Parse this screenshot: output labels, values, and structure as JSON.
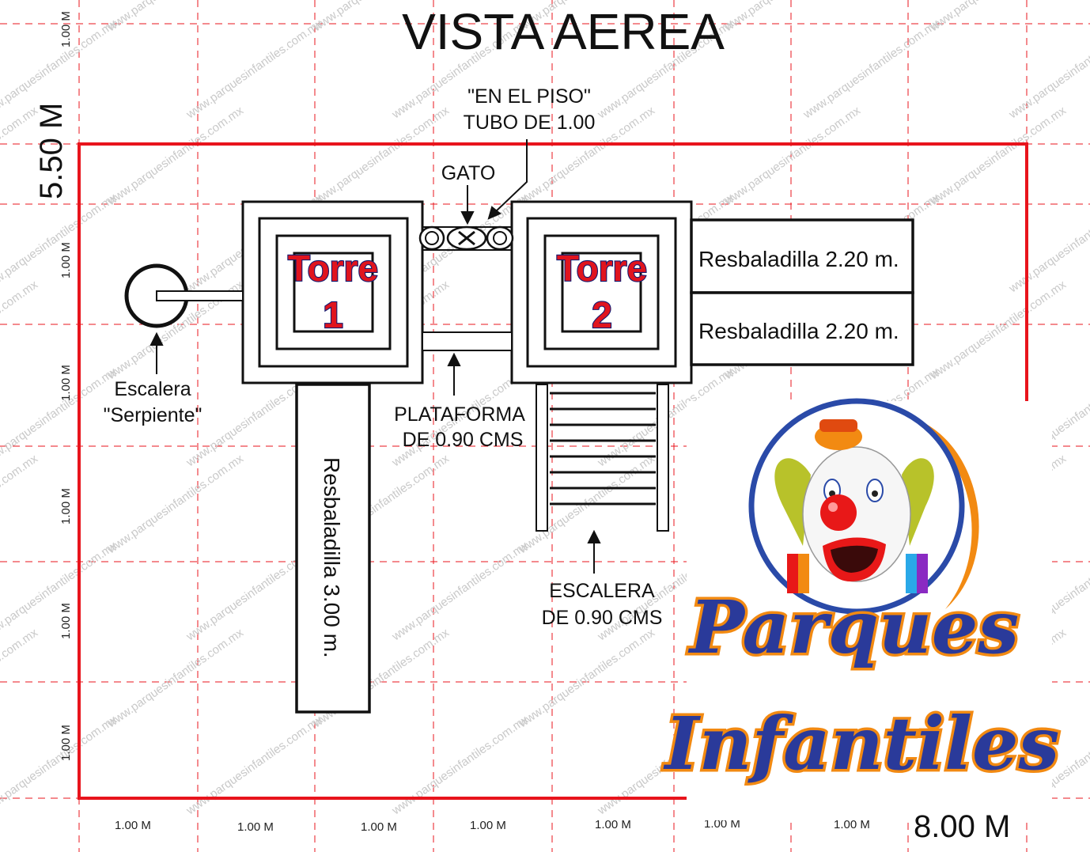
{
  "title": "VISTA AEREA",
  "dimensions": {
    "height_total": "5.50 M",
    "width_total": "8.00 M",
    "cell_label": "1.00 M"
  },
  "towers": [
    {
      "word": "Torre",
      "number": "1"
    },
    {
      "word": "Torre",
      "number": "2"
    }
  ],
  "annotations": {
    "tube_line1": "\"EN EL PISO\"",
    "tube_line2": "TUBO DE 1.00",
    "gato": "GATO",
    "snake_line1": "Escalera",
    "snake_line2": "\"Serpiente\"",
    "platform_line1": "PLATAFORMA",
    "platform_line2": "DE 0.90 CMS",
    "stair_line1": "ESCALERA",
    "stair_line2": "DE 0.90 CMS"
  },
  "slides": {
    "right_top": "Resbaladilla 2.20 m.",
    "right_bottom": "Resbaladilla 2.20 m.",
    "vertical": "Resbaladilla 3.00 m."
  },
  "watermark": "www.parquesinfantiles.com.mx",
  "logo": {
    "line1": "Parques",
    "line2": "Infantiles"
  },
  "colors": {
    "boundary": "#e8141c",
    "grid": "#e8141c",
    "tower_text": "#e0141e",
    "logo_text": "#2a3a9a",
    "logo_outline": "#f28a12"
  }
}
